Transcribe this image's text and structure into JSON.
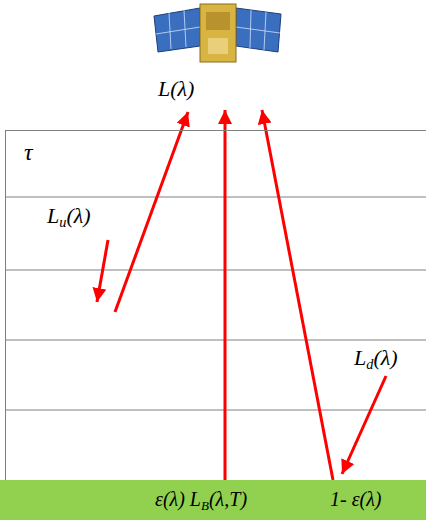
{
  "diagram": {
    "nodes": [
      {
        "text": [
          "L(λ)"
        ]
      },
      {
        "text": [
          "τ"
        ]
      },
      {
        "text": [
          "ε(λ) LB(λ,T)",
          "1- ε(λ)"
        ]
      }
    ],
    "edges": [
      {
        "from": 2,
        "to": 0,
        "arrow": "to"
      },
      {
        "from": 2,
        "to": 0,
        "arrow": "to"
      }
    ],
    "labels": [
      "Lu(λ)",
      "Ld(λ)"
    ]
  }
}
